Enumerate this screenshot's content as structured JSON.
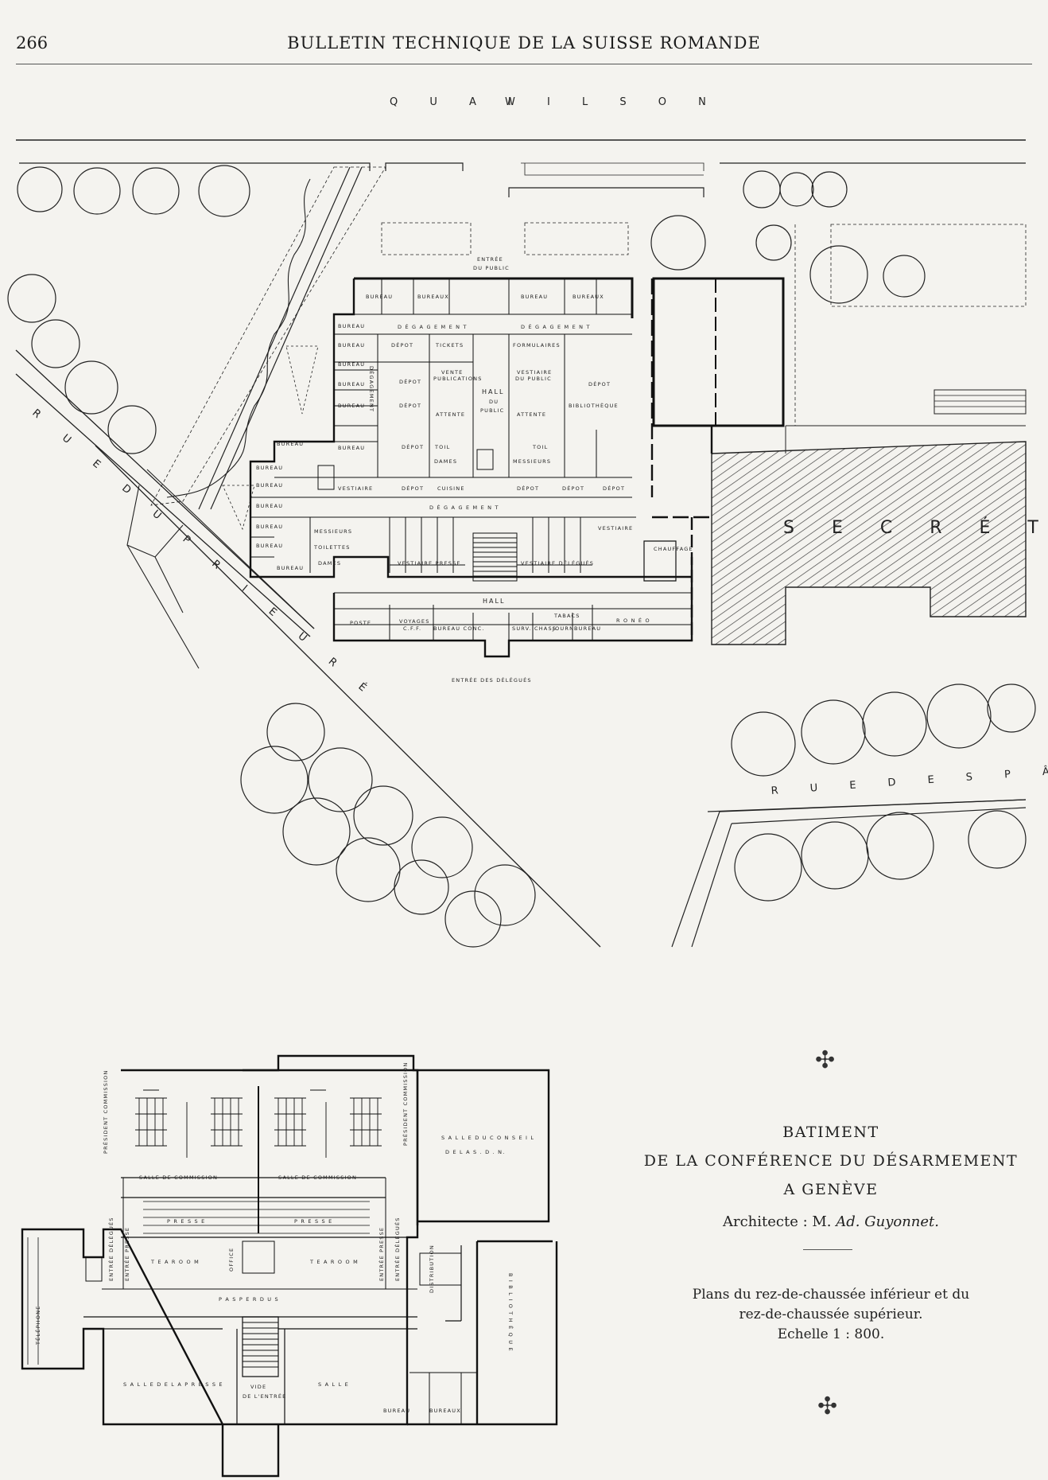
{
  "header": {
    "page_number": "266",
    "running_title": "BULLETIN TECHNIQUE DE LA SUISSE ROMANDE"
  },
  "plan_labels": {
    "quai": "Q U A I",
    "wilson": "W I L S O N",
    "rue_prieure": "R U E   D U   P R I E U R É",
    "rue_paquis": "R U E   D E S   P Â Q U I S",
    "secretariat": "S E C R É T A R I A T",
    "entree_public": "ENTRÉE",
    "entree_public_2": "DU PUBLIC",
    "entree_delegues": "ENTRÉE DES DÉLÉGUÉS",
    "hall_public": "HALL",
    "hall_public_2": "DU",
    "hall_public_3": "PUBLIC",
    "hall": "HALL",
    "degagement": "D É G A G E M E N T",
    "degagement_2": "D É G A G E M E N T",
    "degagement_3": "D É G A G E M E N T",
    "bureau": "BUREAU",
    "bureaux": "BUREAUX",
    "depot": "DÉPOT",
    "tickets": "TICKETS",
    "formulaires": "FORMULAIRES",
    "vente": "VENTE",
    "publications": "PUBLICATIONS",
    "vestiaire_public": "VESTIAIRE",
    "vestiaire_public_2": "DU PUBLIC",
    "depot_bibliotheque": "DÉPOT",
    "depot_bibliotheque_2": "BIBLIOTHÈQUE",
    "attente": "ATTENTE",
    "toil": "TOIL",
    "dames": "DAMES",
    "messieurs": "MESSIEURS",
    "cuisine": "CUISINE",
    "vestiaire": "VESTIAIRE",
    "toilettes": "TOILETTES",
    "vestiaire_presse": "VESTIAIRE PRESSE",
    "vestiaire_delegues": "VESTIAIRE DÉLÉGUÉS",
    "chauffage": "CHAUFFAGE",
    "poste": "POSTE",
    "voyages": "VOYAGES",
    "cff": "C.F.F.",
    "bureau_conc": "BUREAU CONC.",
    "surv_chass": "SURV. CHASS.",
    "journ": "JOURN.",
    "tabacs": "TABACS",
    "roneo": "R O N É O",
    "degagement_vertical": "DÉGAGEMENT",
    "salle_commission": "SALLE DE COMMISSION",
    "presse": "P R E S S E",
    "tea_room": "T E A   R O O M",
    "pas_perdus": "P A S   P E R D U S",
    "telephone": "TÉLÉPHONE",
    "salle_presse": "S A L L E   D E   L A   P R E S S E",
    "salle": "S A L L E",
    "vide_entree": "VIDE",
    "vide_entree_2": "DE L'ENTRÉE",
    "salle_conseil": "S A L L E   D U   C O N S E I L",
    "salle_conseil_2": "D E   L A   S . D . N.",
    "bibliotheque": "B I B L I O T H È Q U E",
    "distribution": "DISTRIBUTION",
    "entree_delegues_v": "ENTRÉE DÉLÉGUÉS",
    "entree_presse_v": "ENTRÉE PRESSE",
    "office": "OFFICE",
    "president_commission": "PRÉSIDENT COMMISSION"
  },
  "caption": {
    "title_line1": "BATIMENT",
    "title_line2": "DE LA CONFÉRENCE DU DÉSARMEMENT",
    "title_line3": "A GENÈVE",
    "architect_prefix": "Architecte : M. ",
    "architect_name": "Ad. Guyonnet.",
    "desc_line1": "Plans du rez-de-chaussée inférieur et du",
    "desc_line2": "rez-de-chaussée supérieur.",
    "desc_line3": "Echelle 1 : 800."
  },
  "ornament": "✣"
}
